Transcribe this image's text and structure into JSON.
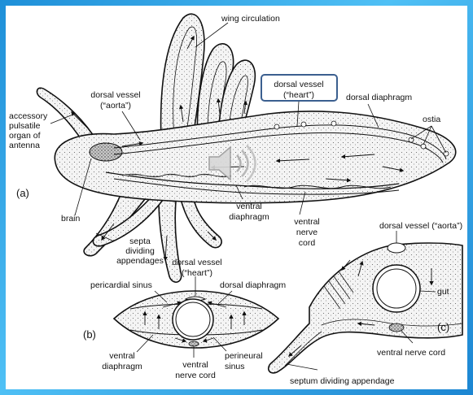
{
  "labels": {
    "wing_circulation": "wing circulation",
    "dorsal_vessel_aorta_1": "dorsal vessel",
    "dorsal_vessel_aorta_2": "(“aorta”)",
    "dorsal_vessel_heart_1": "dorsal vessel",
    "dorsal_vessel_heart_2": "(“heart”)",
    "dorsal_diaphragm_a": "dorsal diaphragm",
    "ostia": "ostia",
    "accessory_1": "accessory",
    "accessory_2": "pulsatile",
    "accessory_3": "organ of",
    "accessory_4": "antenna",
    "panel_a": "(a)",
    "brain": "brain",
    "ventral_diaphragm_a_1": "ventral",
    "ventral_diaphragm_a_2": "diaphragm",
    "ventral_nerve_cord_a_1": "ventral",
    "ventral_nerve_cord_a_2": "nerve",
    "ventral_nerve_cord_a_3": "cord",
    "septa_1": "septa",
    "septa_2": "dividing",
    "septa_3": "appendages",
    "dorsal_vessel_heart_b_1": "dorsal vessel",
    "dorsal_vessel_heart_b_2": "(“heart”)",
    "pericardial_sinus": "pericardial sinus",
    "dorsal_diaphragm_b": "dorsal diaphragm",
    "panel_b": "(b)",
    "ventral_diaphragm_b_1": "ventral",
    "ventral_diaphragm_b_2": "diaphragm",
    "ventral_nerve_cord_b_1": "ventral",
    "ventral_nerve_cord_b_2": "nerve cord",
    "perineural_1": "perineural",
    "perineural_2": "sinus",
    "dorsal_vessel_aorta_c": "dorsal vessel (“aorta”)",
    "gut": "gut",
    "panel_c": "(c)",
    "ventral_nerve_cord_c": "ventral nerve cord",
    "septum": "septum dividing appendage"
  },
  "icons": {
    "speaker": "speaker-icon"
  },
  "colors": {
    "frame": "#2a9fe0",
    "highlight_border": "#3b5f8f"
  }
}
